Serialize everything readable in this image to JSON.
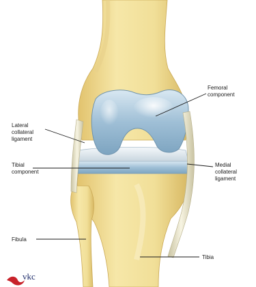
{
  "labels": {
    "femoral_component": [
      "Femoral",
      "component"
    ],
    "lateral_collateral_ligament": [
      "Lateral",
      "collateral",
      "ligament"
    ],
    "tibial_component": [
      "Tibial",
      "component"
    ],
    "medial_collateral_ligament": [
      "Medial",
      "collateral",
      "ligament"
    ],
    "fibula": "Fibula",
    "tibia": "Tibia"
  },
  "logo": {
    "text": "vkc"
  },
  "colors": {
    "bone": "#f0de9a",
    "bone_shadow": "#d9bf6a",
    "implant_metal": "#a9c6dc",
    "implant_highlight": "#e6f1f8",
    "tibial_insert": "#e8eef2",
    "ligament": "#f4f1df",
    "logo_red": "#c8222a",
    "logo_blue": "#1f2d6b"
  }
}
